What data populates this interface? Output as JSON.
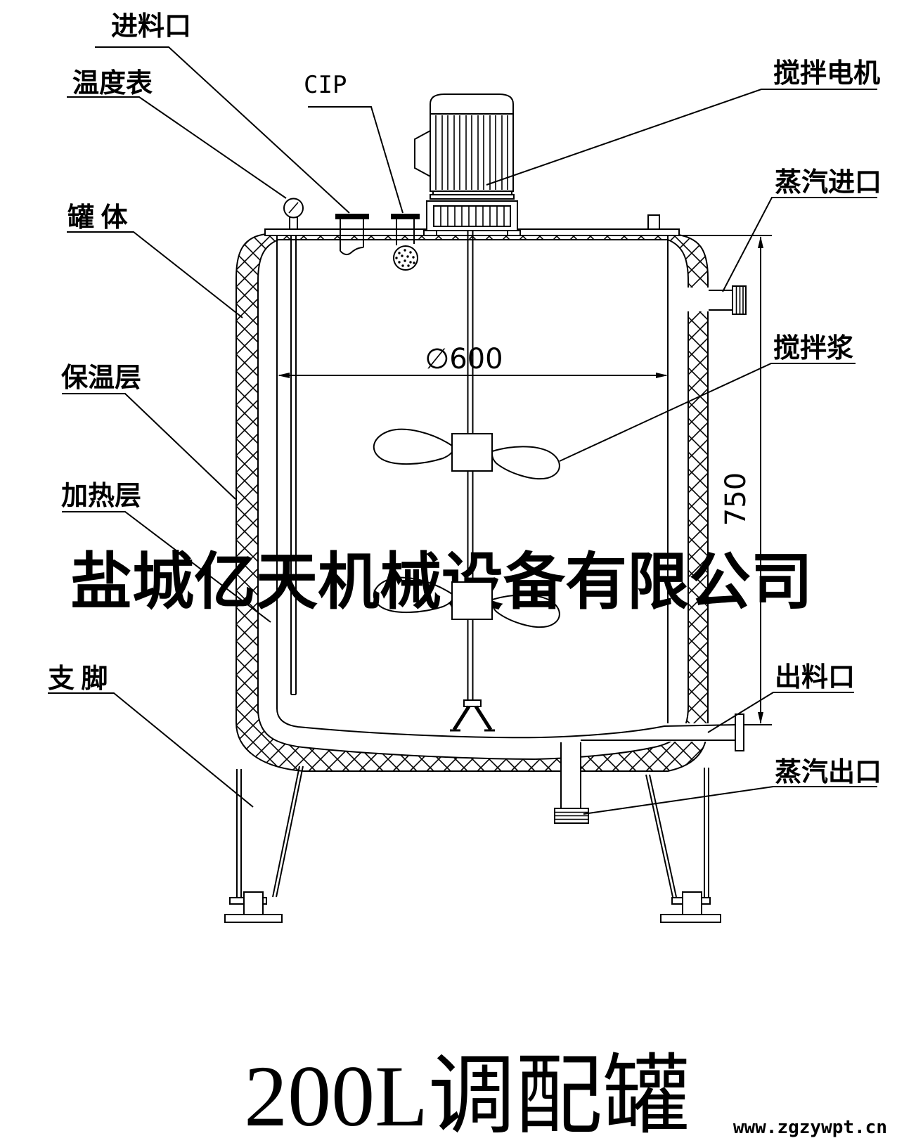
{
  "title": "200L调配罐",
  "watermark": {
    "company": "盐城亿天机械设备有限公司"
  },
  "footer": {
    "url": "www.zgzywpt.cn",
    "url_color": "#3ecf6a"
  },
  "colors": {
    "line": "#000000",
    "watermark": "#e4e4e4"
  },
  "labels": {
    "feed_inlet": "进料口",
    "thermometer": "温度表",
    "cip": "CIP",
    "tank_body": "罐 体",
    "insulation_layer": "保温层",
    "heating_layer": "加热层",
    "support_leg": "支 脚",
    "agitator_motor": "搅拌电机",
    "steam_inlet": "蒸汽进口",
    "agitator_paddle": "搅拌浆",
    "discharge_outlet": "出料口",
    "steam_outlet": "蒸汽出口"
  },
  "dimensions": {
    "diameter": "∅600",
    "height": "750"
  }
}
